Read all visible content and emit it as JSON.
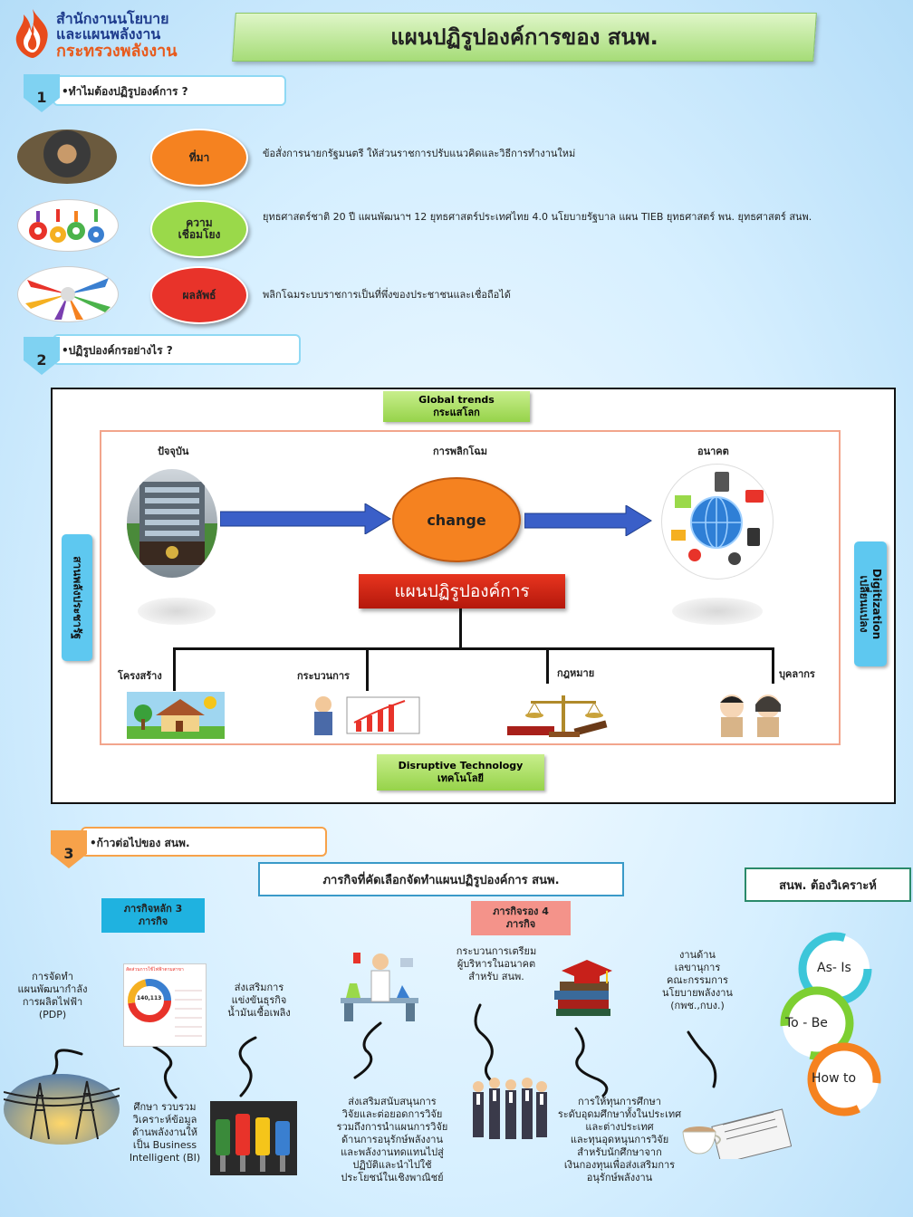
{
  "logo": {
    "line1": "สำนักงานนโยบาย",
    "line2": "และแผนพลังงาน",
    "line3": "กระทรวงพลังงาน"
  },
  "banner_title": "แผนปฏิรูปองค์การของ สนพ.",
  "sections": [
    {
      "number": "1",
      "question": "•ทำไมต้องปฏิรูปองค์การ ?",
      "color": "#7fd2f2"
    },
    {
      "number": "2",
      "question": "•ปฏิรูปองค์กรอย่างไร ?",
      "color": "#7fd2f2"
    },
    {
      "number": "3",
      "question": "•ก้าวต่อไปของ สนพ.",
      "color": "#f7a24a"
    }
  ],
  "reasons": [
    {
      "label": "ที่มา",
      "text": "ข้อสั่งการนายกรัฐมนตรี ให้ส่วนราชการปรับแนวคิดและวิธีการทำงานใหม่",
      "color": "#f58220"
    },
    {
      "label": "ความ\nเชื่อมโยง",
      "text": "ยุทธศาสตร์ชาติ 20 ปี แผนพัฒนาฯ 12 ยุทธศาสตร์ประเทศไทย 4.0 นโยบายรัฐบาล แผน TIEB ยุทธศาสตร์ พน. ยุทธศาสตร์ สนพ.",
      "color": "#9ad94a"
    },
    {
      "label": "ผลลัพธ์",
      "text": "พลิกโฉมระบบราชการเป็นที่พึ่งของประชาชนและเชื่อถือได้",
      "color": "#e8332a"
    }
  ],
  "diagram": {
    "global_trends": "Global trends\nกระแสโลก",
    "disruptive": "Disruptive Technology\nเทคโนโลยี",
    "present": "ปัจจุบัน",
    "transform": "การพลิกโฉม",
    "future": "อนาคต",
    "change": "change",
    "plan": "แผนปฏิรูปองค์การ",
    "left_side": "สานพลังประชารัฐ",
    "right_side": "Digitization\nเปลี่ยนแปลง",
    "branches": [
      "โครงสร้าง",
      "กระบวนการ",
      "กฎหมาย",
      "บุคลากร"
    ]
  },
  "section3": {
    "mission_title": "ภารกิจที่คัดเลือกจัดทำแผนปฏิรูปองค์การ สนพ.",
    "analyze_title": "สนพ. ต้องวิเคราะห์",
    "main_missions": "ภารกิจหลัก 3\nภารกิจ",
    "sub_missions": "ภารกิจรอง 4\nภารกิจ",
    "cycle": [
      "As- Is",
      "To - Be",
      "How to"
    ],
    "notes": {
      "pdp": "การจัดทำ\nแผนพัฒนากำลัง\nการผลิตไฟฟ้า\n(PDP)",
      "bi": "ศึกษา รวบรวม\nวิเคราะห์ข้อมูล\nด้านพลังงานให้\nเป็น Business\nIntelligent (BI)",
      "fuel": "ส่งเสริมการ\nแข่งขันธุรกิจ\nน้ำมันเชื้อเพลิง",
      "research": "ส่งเสริมสนับสนุนการ\nวิจัยและต่อยอดการวิจัย\nรวมถึงการนำแผนการวิจัย\nด้านการอนุรักษ์พลังงาน\nและพลังงานทดแทนไปสู่\nปฏิบัติและนำไปใช้\nประโยชน์ในเชิงพาณิชย์",
      "exec": "กระบวนการเตรียม\nผู้บริหารในอนาคต\nสำหรับ สนพ.",
      "scholar": "การให้ทุนการศึกษา\nระดับอุดมศึกษาทั้งในประเทศ\nและต่างประเทศ\nและทุนอุดหนุนการวิจัย\nสำหรับนักศึกษาจาก\nเงินกองทุนเพื่อส่งเสริมการ\nอนุรักษ์พลังงาน",
      "secretary": "งานด้าน\nเลขานุการ\nคณะกรรมการ\nนโยบายพลังงาน\n(กพช.,กบง.)"
    },
    "infographic": {
      "title": "สัดส่วนการใช้ไฟฟ้าตามสาขา",
      "value": "140,113"
    }
  },
  "colors": {
    "green": "#9ad94a",
    "orange": "#f58220",
    "red": "#e8332a",
    "blue": "#5ec8f0",
    "arrow": "#3a5fc8"
  }
}
